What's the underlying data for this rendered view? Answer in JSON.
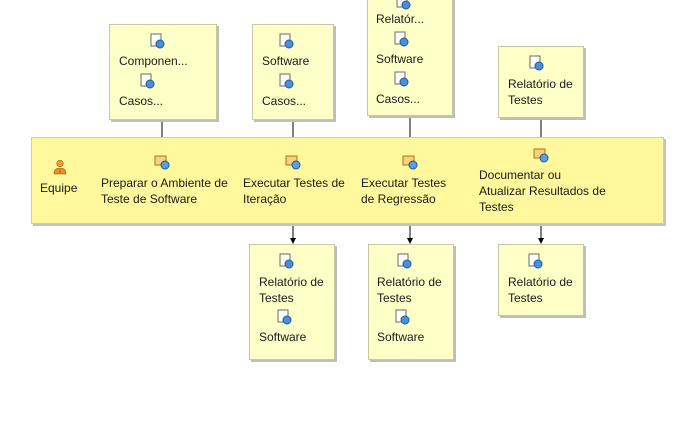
{
  "lane": {
    "role_label": "Equipe"
  },
  "tasks": [
    {
      "label": "Preparar o Ambiente de Teste de Software"
    },
    {
      "label": "Executar Testes de Iteração"
    },
    {
      "label": "Executar Testes de Regressão"
    },
    {
      "label": "Documentar ou Atualizar Resultados de Testes"
    }
  ],
  "inputs": [
    {
      "items": [
        "Componen...",
        "Casos..."
      ]
    },
    {
      "items": [
        "Software",
        "Casos..."
      ]
    },
    {
      "items": [
        "Relatór...",
        "Software",
        "Casos..."
      ]
    },
    {
      "items": [
        "Relatório de Testes"
      ]
    }
  ],
  "outputs": [
    {
      "items": [
        "Relatório de Testes",
        "Software"
      ]
    },
    {
      "items": [
        "Relatório de Testes",
        "Software"
      ]
    },
    {
      "items": [
        "Relatório de Testes"
      ]
    }
  ],
  "colors": {
    "lane": "#fff89c",
    "note": "#ffffc8",
    "connector": "#000000"
  },
  "icons": {
    "artifact": "artifact-icon",
    "task": "task-icon",
    "role": "role-icon"
  }
}
